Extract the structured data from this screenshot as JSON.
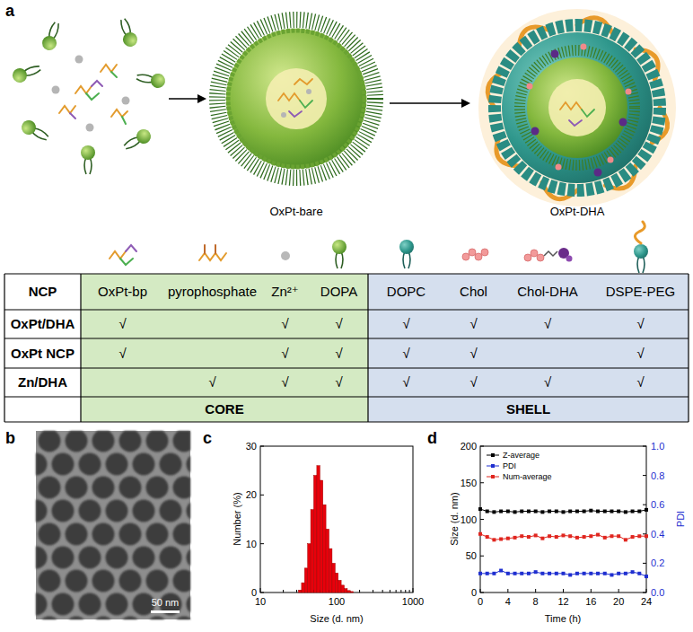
{
  "diagram": {
    "nodes": [
      {
        "text": [
          "OxPt-bare"
        ]
      },
      {
        "text": [
          "OxPt-DHA"
        ]
      }
    ],
    "edges": [
      {
        "from": 0,
        "to": 1,
        "arrow": "to"
      }
    ],
    "labels": [
      "a",
      "NCP",
      "OxPt-bp",
      "pyrophosphate",
      "Zn²⁺",
      "DOPA",
      "DOPC",
      "Chol",
      "Chol-DHA",
      "DSPE-PEG",
      "OxPt/DHA",
      "√",
      "√",
      "√",
      "√",
      "√",
      "√",
      "√",
      "OxPt NCP",
      "√",
      "√",
      "√",
      "√",
      "√",
      "√",
      "Zn/DHA",
      "√",
      "√",
      "√",
      "√",
      "√",
      "√",
      "√",
      "CORE",
      "SHELL",
      "b",
      "50 nm",
      "c",
      "0",
      "10",
      "20",
      "30",
      "10",
      "100",
      "1000",
      "Number (%)",
      "Size (d. nm)",
      "d",
      "0",
      "50",
      "100",
      "150",
      "200",
      "0",
      "4",
      "8",
      "12",
      "16",
      "20",
      "24",
      "0.0",
      "0.2",
      "0.4",
      "0.6",
      "0.8",
      "1.0",
      "Size (d. nm)",
      "Time (h)",
      "PDI"
    ],
    "legend": [
      {
        "text": "Z-average"
      },
      {
        "text": "PDI"
      },
      {
        "text": "Num-average"
      }
    ]
  }
}
